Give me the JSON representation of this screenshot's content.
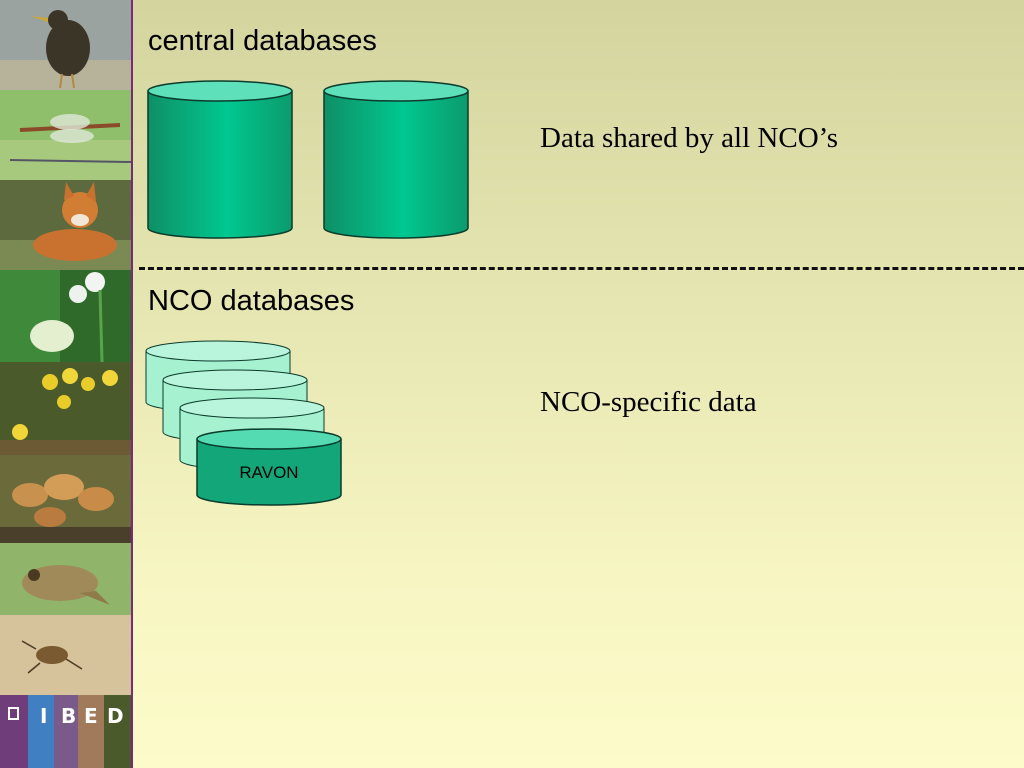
{
  "headings": {
    "central": "central databases",
    "nco": "NCO databases"
  },
  "notes": {
    "shared": "Data shared by all NCO’s",
    "specific": "NCO-specific data"
  },
  "cylinder_label": "RAVON",
  "logo": {
    "letters": [
      "I",
      "B",
      "E",
      "D"
    ]
  },
  "colors": {
    "cylinder_solid": "#00c890",
    "cylinder_light": "#9ff2cf",
    "divider": "#111111",
    "sidebar_border": "#7a2a7a"
  }
}
